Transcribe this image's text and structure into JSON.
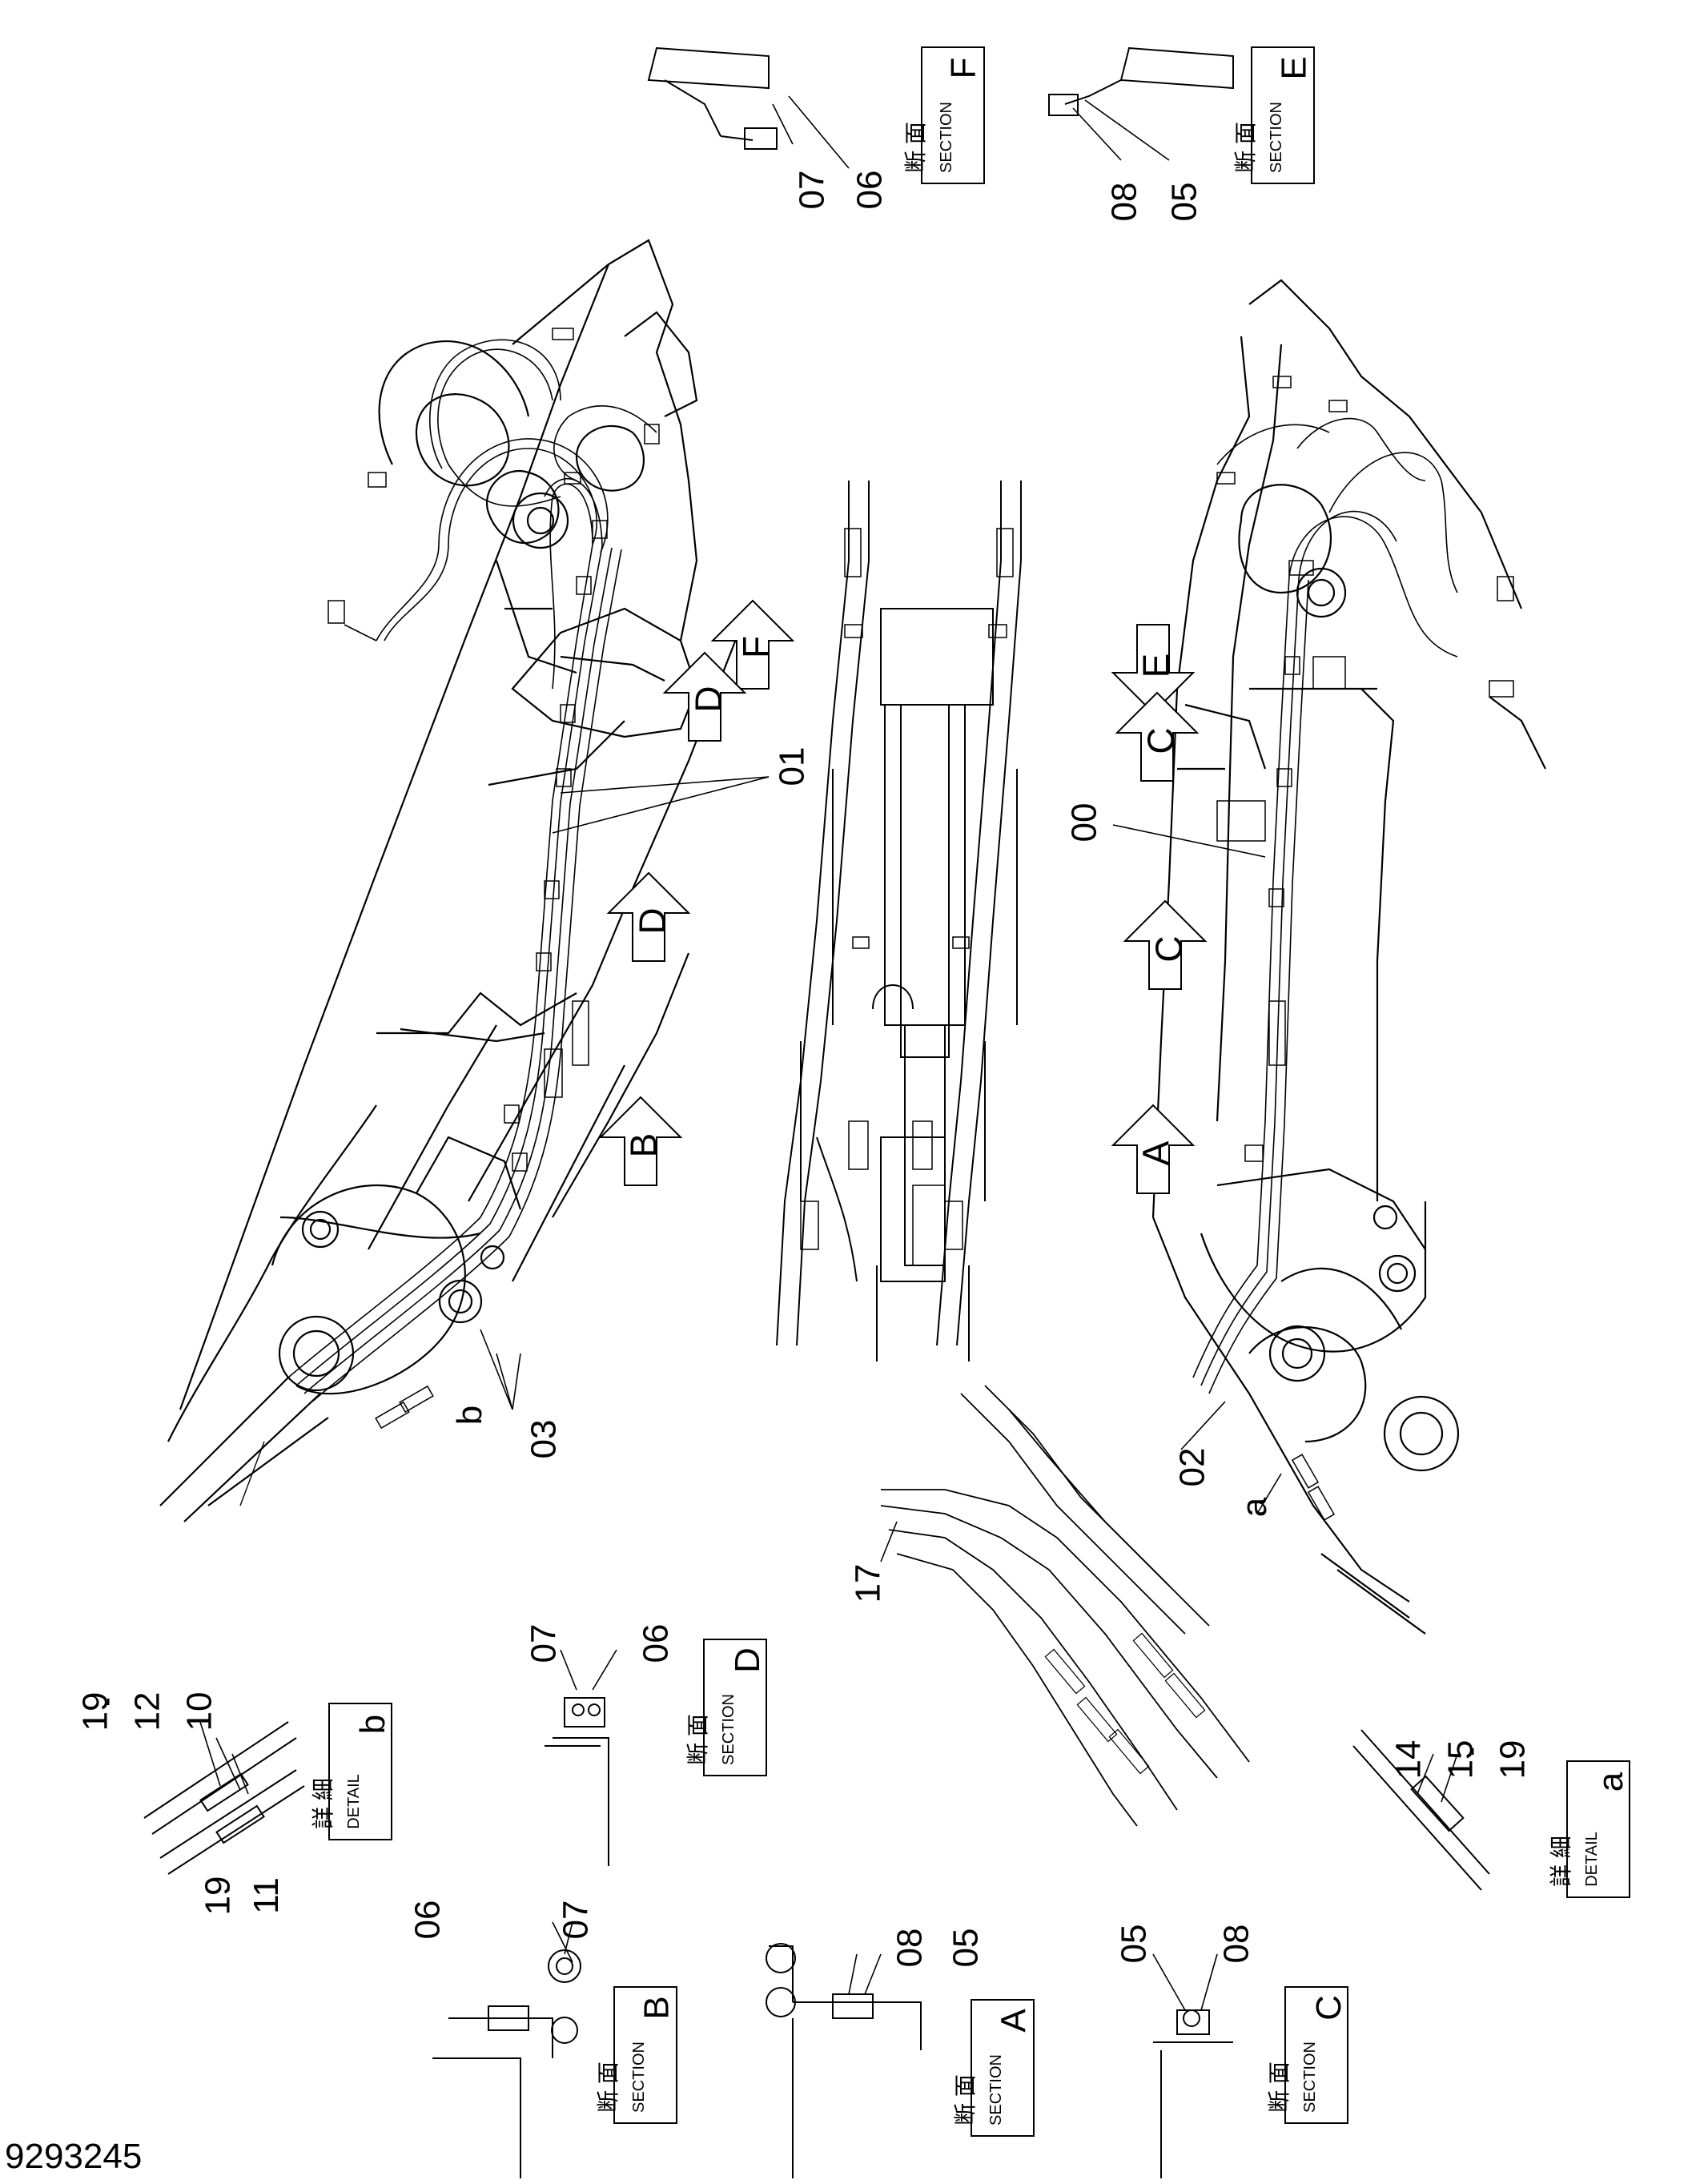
{
  "document_number": "9293245",
  "views": {
    "section_f": {
      "jp": "断 面",
      "en": "SECTION",
      "letter": "F",
      "callouts": [
        "07",
        "06"
      ]
    },
    "section_e": {
      "jp": "断 面",
      "en": "SECTION",
      "letter": "E",
      "callouts": [
        "08",
        "05"
      ]
    },
    "section_d": {
      "jp": "断 面",
      "en": "SECTION",
      "letter": "D",
      "callouts": [
        "07",
        "06"
      ]
    },
    "section_b": {
      "jp": "断 面",
      "en": "SECTION",
      "letter": "B",
      "callouts": [
        "06",
        "07"
      ]
    },
    "section_a": {
      "jp": "断 面",
      "en": "SECTION",
      "letter": "A",
      "callouts": [
        "08",
        "05"
      ]
    },
    "section_c": {
      "jp": "断 面",
      "en": "SECTION",
      "letter": "C",
      "callouts": [
        "05",
        "08"
      ]
    },
    "detail_b": {
      "jp": "詳 細",
      "en": "DETAIL",
      "letter": "b",
      "callouts": [
        "19",
        "12",
        "10",
        "19",
        "11"
      ]
    },
    "detail_a": {
      "jp": "詳 細",
      "en": "DETAIL",
      "letter": "a",
      "callouts": [
        "14",
        "15",
        "19"
      ]
    }
  },
  "main_callouts": {
    "c01": "01",
    "c03": "03",
    "c_b": "b",
    "c00": "00",
    "c02": "02",
    "c_a": "a",
    "c17": "17"
  },
  "section_arrows": {
    "left_f": "F",
    "left_d_top": "D",
    "left_d_mid": "D",
    "left_b": "B",
    "right_e": "E",
    "right_c_top": "C",
    "right_c_mid": "C",
    "right_a": "A"
  },
  "dashes": {
    "d1": "-",
    "d2": "-",
    "d3": "-"
  }
}
